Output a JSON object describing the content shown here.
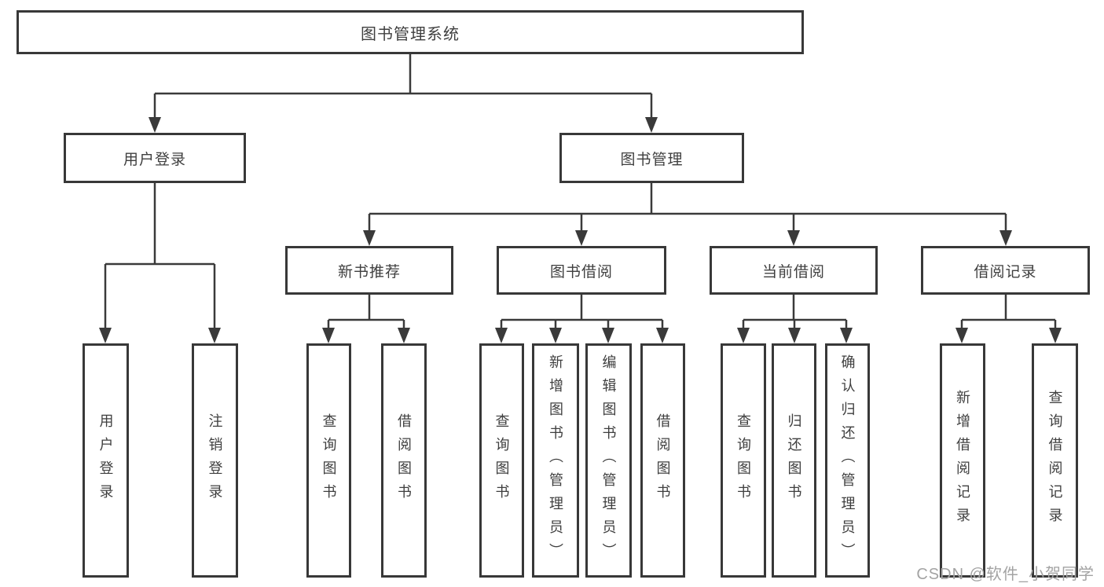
{
  "tree": {
    "label": "图书管理系统",
    "children": [
      {
        "label": "用户登录",
        "children": [
          {
            "label": "用户登录"
          },
          {
            "label": "注销登录"
          }
        ]
      },
      {
        "label": "图书管理",
        "children": [
          {
            "label": "新书推荐",
            "children": [
              {
                "label": "查询图书"
              },
              {
                "label": "借阅图书"
              }
            ]
          },
          {
            "label": "图书借阅",
            "children": [
              {
                "label": "查询图书"
              },
              {
                "label": "新增图书（管理员）"
              },
              {
                "label": "编辑图书（管理员）"
              },
              {
                "label": "借阅图书"
              }
            ]
          },
          {
            "label": "当前借阅",
            "children": [
              {
                "label": "查询图书"
              },
              {
                "label": "归还图书"
              },
              {
                "label": "确认归还（管理员）"
              }
            ]
          },
          {
            "label": "借阅记录",
            "children": [
              {
                "label": "新增借阅记录"
              },
              {
                "label": "查询借阅记录"
              }
            ]
          }
        ]
      }
    ]
  },
  "watermark": "CSDN @软件_小贺同学",
  "colors": {
    "line": "#3a3a3a",
    "box_border": "#383838",
    "text": "#3f3f3f",
    "watermark": "#a3a3a3",
    "background": "#ffffff"
  }
}
